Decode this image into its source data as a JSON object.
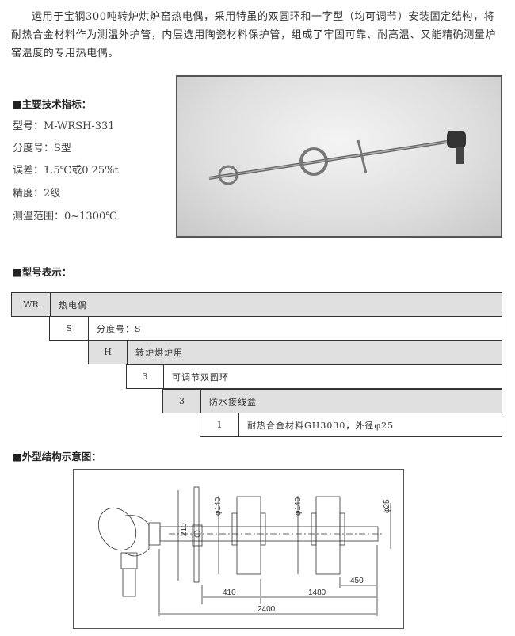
{
  "intro": "运用于宝钢300吨转炉烘炉窑热电偶，采用特虽的双圆环和一字型（均可调节）安装固定结构，将耐热合金材料作为测温外护管，内层选用陶瓷材料保护管，组成了牢固可靠、耐高温、又能精确测量炉窑温度的专用热电偶。",
  "specs": {
    "heading": "■主要技术指标：",
    "items": [
      "型号：M-WRSH-331",
      "分度号：S型",
      "误差：1.5℃或0.25%t",
      "精度：2级",
      "测温范围：0~1300℃"
    ]
  },
  "model": {
    "heading": "■型号表示：",
    "rows": [
      {
        "code": "WR",
        "desc": "热电偶"
      },
      {
        "code": "S",
        "desc": "分度号：S"
      },
      {
        "code": "H",
        "desc": "转炉烘炉用"
      },
      {
        "code": "3",
        "desc": "可调节双圆环"
      },
      {
        "code": "3",
        "desc": "防水接线盒"
      },
      {
        "code": "1",
        "desc": "耐热合金材料GH3030，外径φ25"
      }
    ]
  },
  "diagram": {
    "heading": "■外型结构示意图：",
    "dims": {
      "d210": "210",
      "d140a": "φ140",
      "d140b": "φ140",
      "d25": "φ25",
      "l410": "410",
      "l1480": "1480",
      "l450": "450",
      "l2400": "2400"
    }
  }
}
